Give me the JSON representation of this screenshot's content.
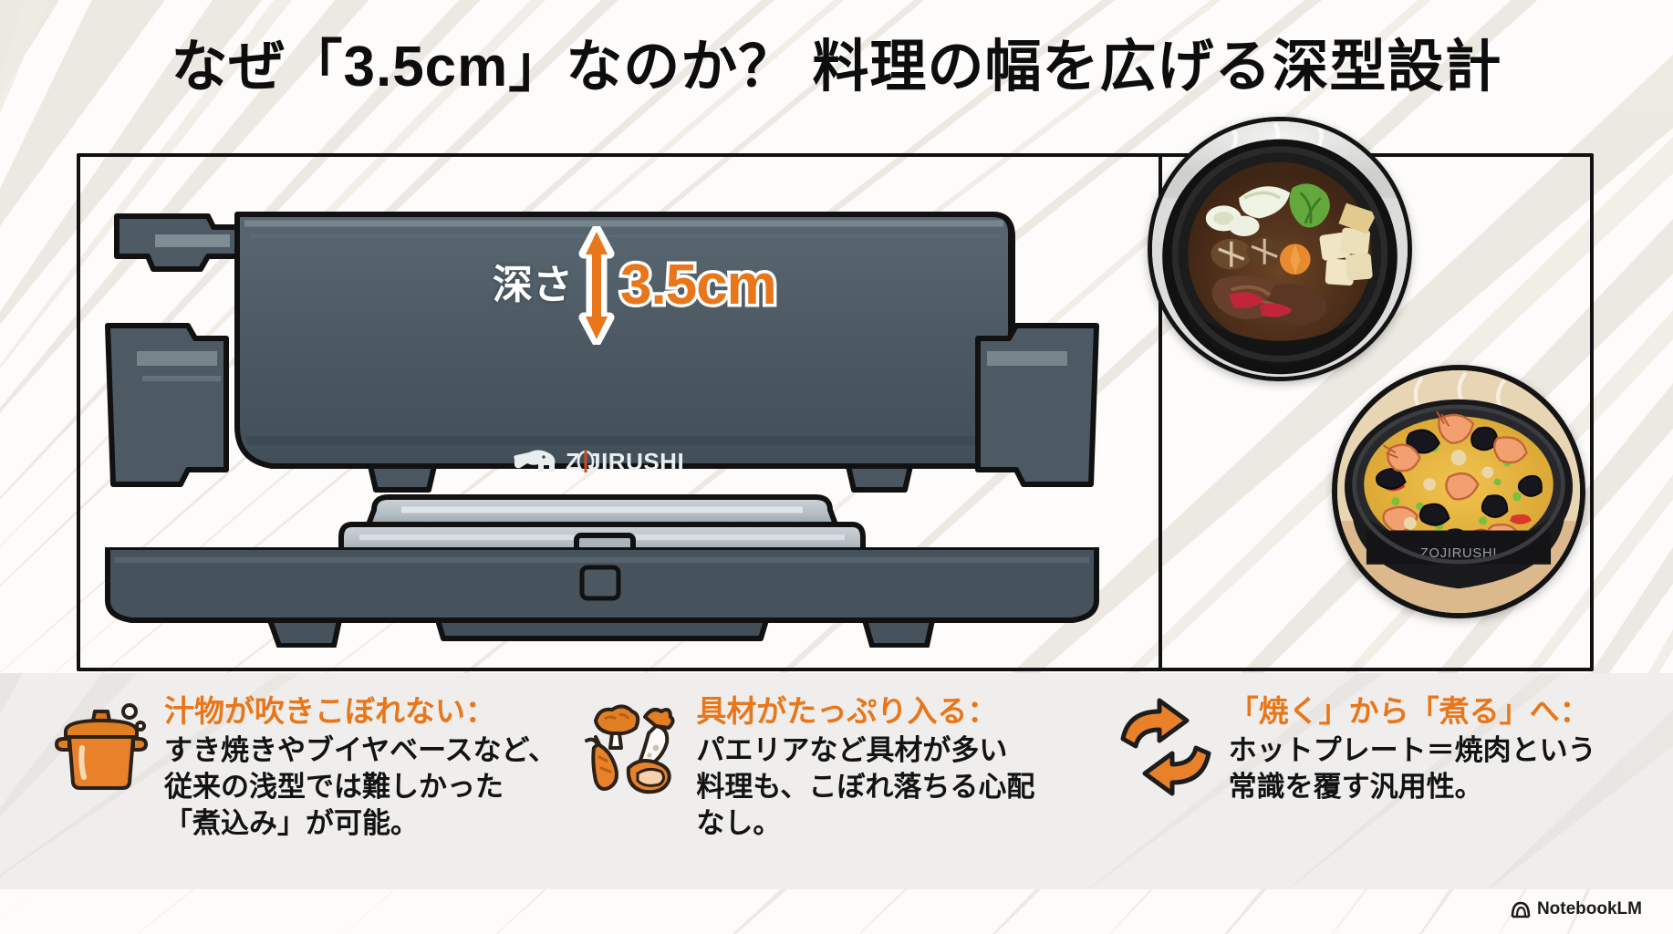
{
  "title": "なぜ「3.5cm」なのか？ 料理の幅を広げる深型設計",
  "diagram": {
    "depth_label": "深さ",
    "depth_value": "3.5cm",
    "brand": "ZOJIRUSHI",
    "arrow_icon": "double-arrow-vertical-icon"
  },
  "photos": [
    {
      "name": "sukiyaki-photo",
      "alt": "すき焼き"
    },
    {
      "name": "paella-photo",
      "alt": "パエリア"
    }
  ],
  "features": [
    {
      "icon": "cooking-pot-icon",
      "heading": "汁物が吹きこぼれない：",
      "lines": [
        "すき焼きやブイヤベースなど、",
        "従来の浅型では難しかった",
        "「煮込み」が可能。"
      ]
    },
    {
      "icon": "vegetables-icon",
      "heading": "具材がたっぷり入る：",
      "lines": [
        "パエリアなど具材が多い",
        "料理も、こぼれ落ちる心配",
        "なし。"
      ]
    },
    {
      "icon": "cycle-arrows-icon",
      "heading": "「焼く」から「煮る」へ：",
      "lines": [
        "ホットプレート＝焼肉という",
        "常識を覆す汎用性。"
      ]
    }
  ],
  "watermark": {
    "label": "NotebookLM",
    "icon": "notebooklm-icon"
  },
  "colors": {
    "accent_orange": "#e8761a",
    "text_black": "#131313",
    "band_bg": "#efeeec",
    "appliance_dark": "#46525c",
    "appliance_mid": "#5a6872",
    "appliance_light": "#b9c2c8",
    "frame_line": "#111111"
  }
}
